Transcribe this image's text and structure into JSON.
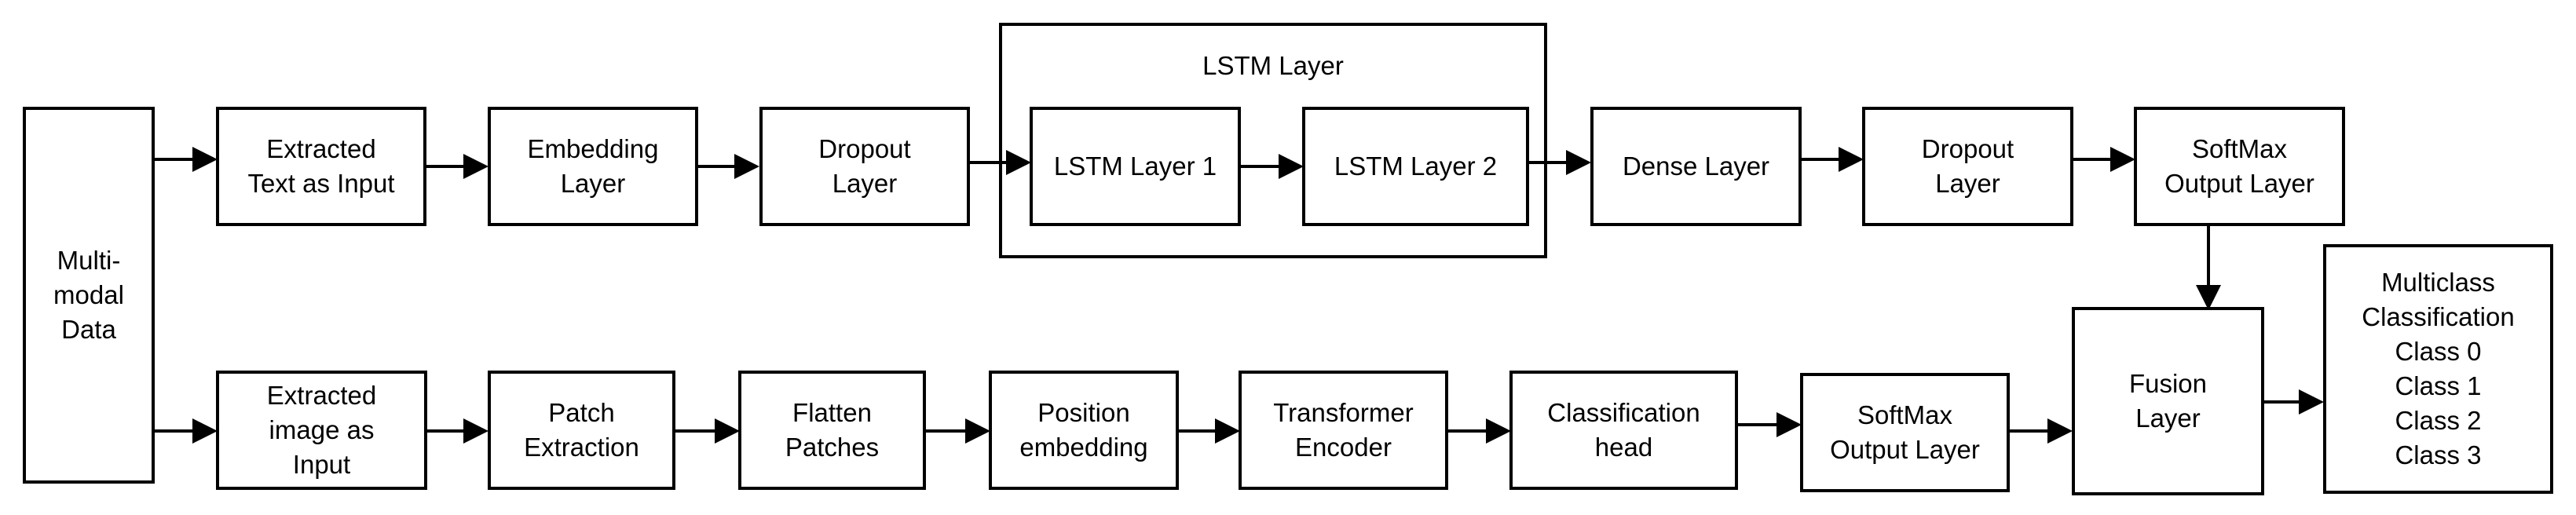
{
  "diagram": {
    "input": "Multi-\nmodal\nData",
    "text_branch": {
      "extracted": "Extracted\nText as Input",
      "embedding": "Embedding\nLayer",
      "dropout1": "Dropout\nLayer",
      "lstm_group_title": "LSTM Layer",
      "lstm1": "LSTM Layer 1",
      "lstm2": "LSTM Layer 2",
      "dense": "Dense Layer",
      "dropout2": "Dropout\nLayer",
      "softmax": "SoftMax\nOutput Layer"
    },
    "image_branch": {
      "extracted": "Extracted\nimage as\nInput",
      "patch": "Patch\nExtraction",
      "flatten": "Flatten\nPatches",
      "position": "Position\nembedding",
      "transformer": "Transformer\nEncoder",
      "classification_head": "Classification\nhead",
      "softmax": "SoftMax\nOutput Layer"
    },
    "fusion": "Fusion\nLayer",
    "output": "Multiclass\nClassification\nClass 0\nClass 1\nClass 2\nClass 3"
  }
}
